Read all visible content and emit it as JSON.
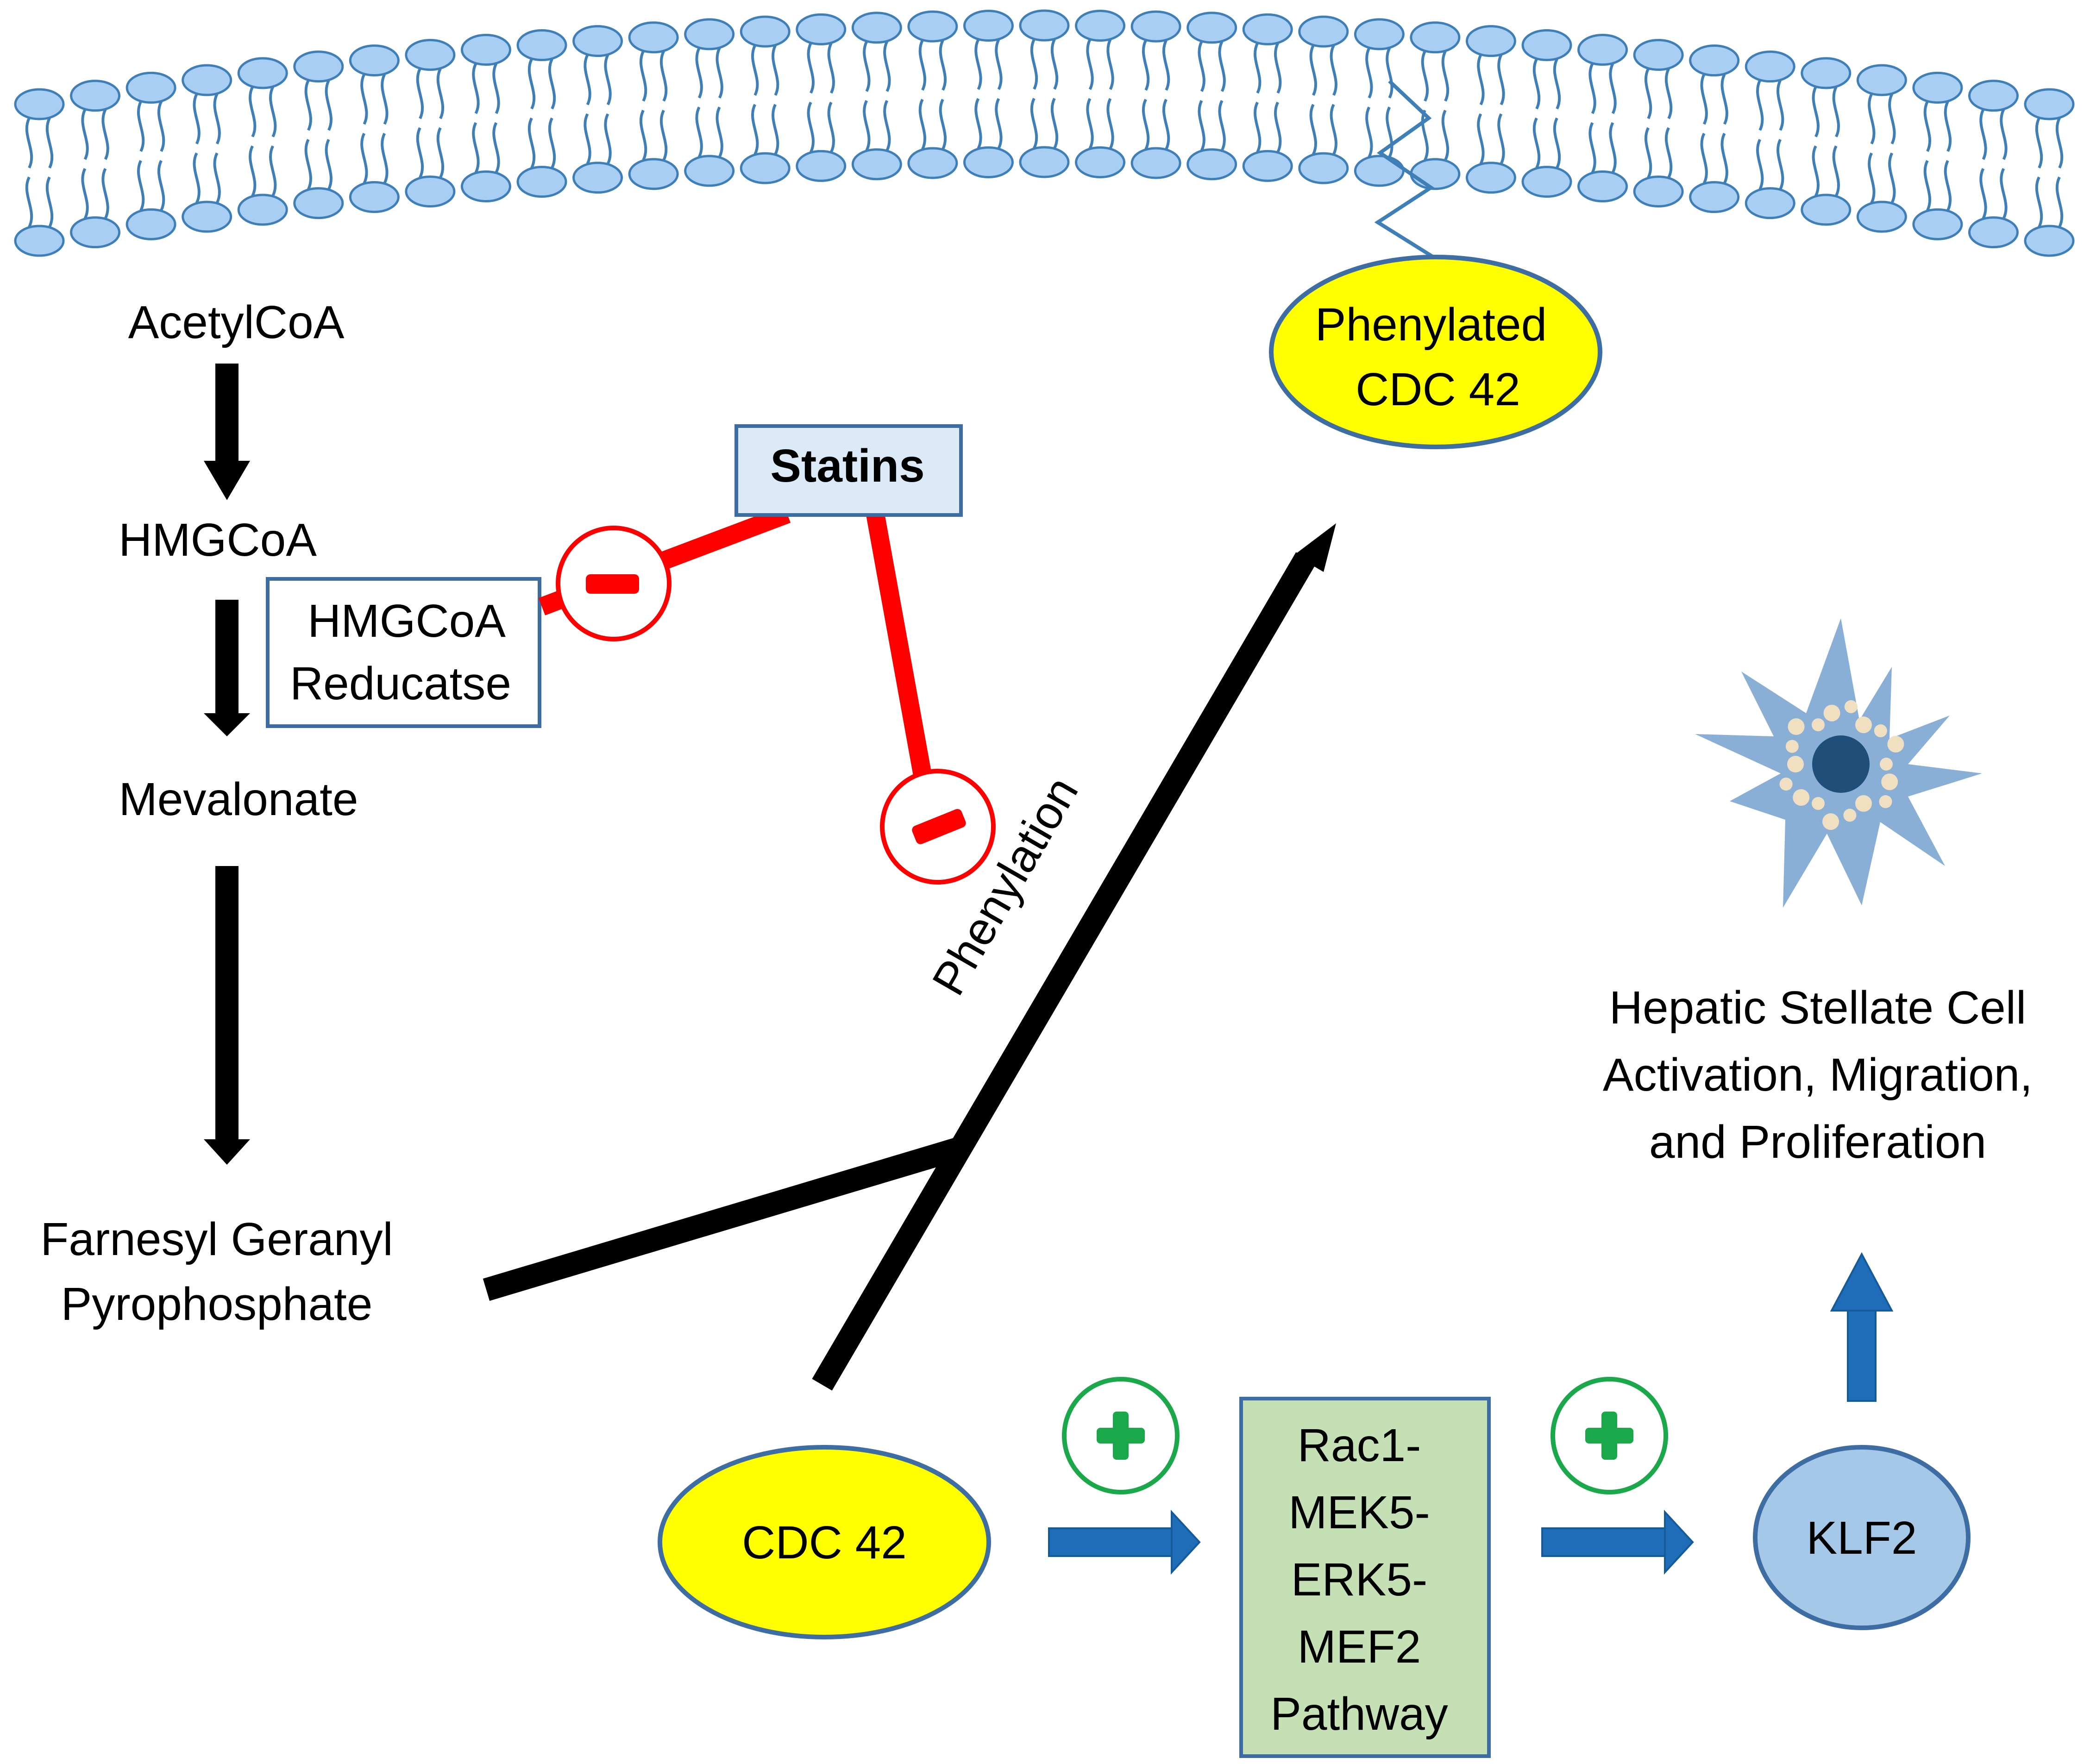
{
  "pathway": {
    "acetylcoa": "AcetylCoA",
    "hmgcoa": "HMGCoA",
    "mevalonate": "Mevalonate",
    "fgpp_line1": "Farnesyl Geranyl",
    "fgpp_line2": "Pyrophosphate"
  },
  "enzyme": {
    "line1": "HMGCoA",
    "line2": "Reducatse"
  },
  "drug": {
    "label": "Statins"
  },
  "phenylated": {
    "line1": "Phenylated",
    "line2": "CDC 42"
  },
  "phenylation_label": "Phenylation",
  "cdc42": "CDC 42",
  "mek_pathway": {
    "lines": [
      "Rac1-",
      "MEK5-",
      "ERK5-",
      "MEF2",
      "Pathway"
    ]
  },
  "klf2": "KLF2",
  "outcome": {
    "lines": [
      "Hepatic Stellate Cell",
      "Activation, Migration,",
      "and Proliferation"
    ]
  },
  "colors": {
    "membrane_head": "#a9cef3",
    "membrane_outline": "#3e7fb8",
    "inhibit": "#ff0000",
    "activate": "#1aa84a",
    "flow_arrow": "#1f6db8",
    "ellipse_yellow": "#ffff00",
    "ellipse_blue": "#a6c8e8",
    "statins_box": "#dce9f7",
    "pathway_box": "#c5e0b4"
  },
  "icons": {
    "inhibit_symbol": "minus-icon",
    "activate_symbol": "plus-icon",
    "cell_icon": "stellate-cell-icon",
    "membrane": "lipid-bilayer-icon"
  }
}
